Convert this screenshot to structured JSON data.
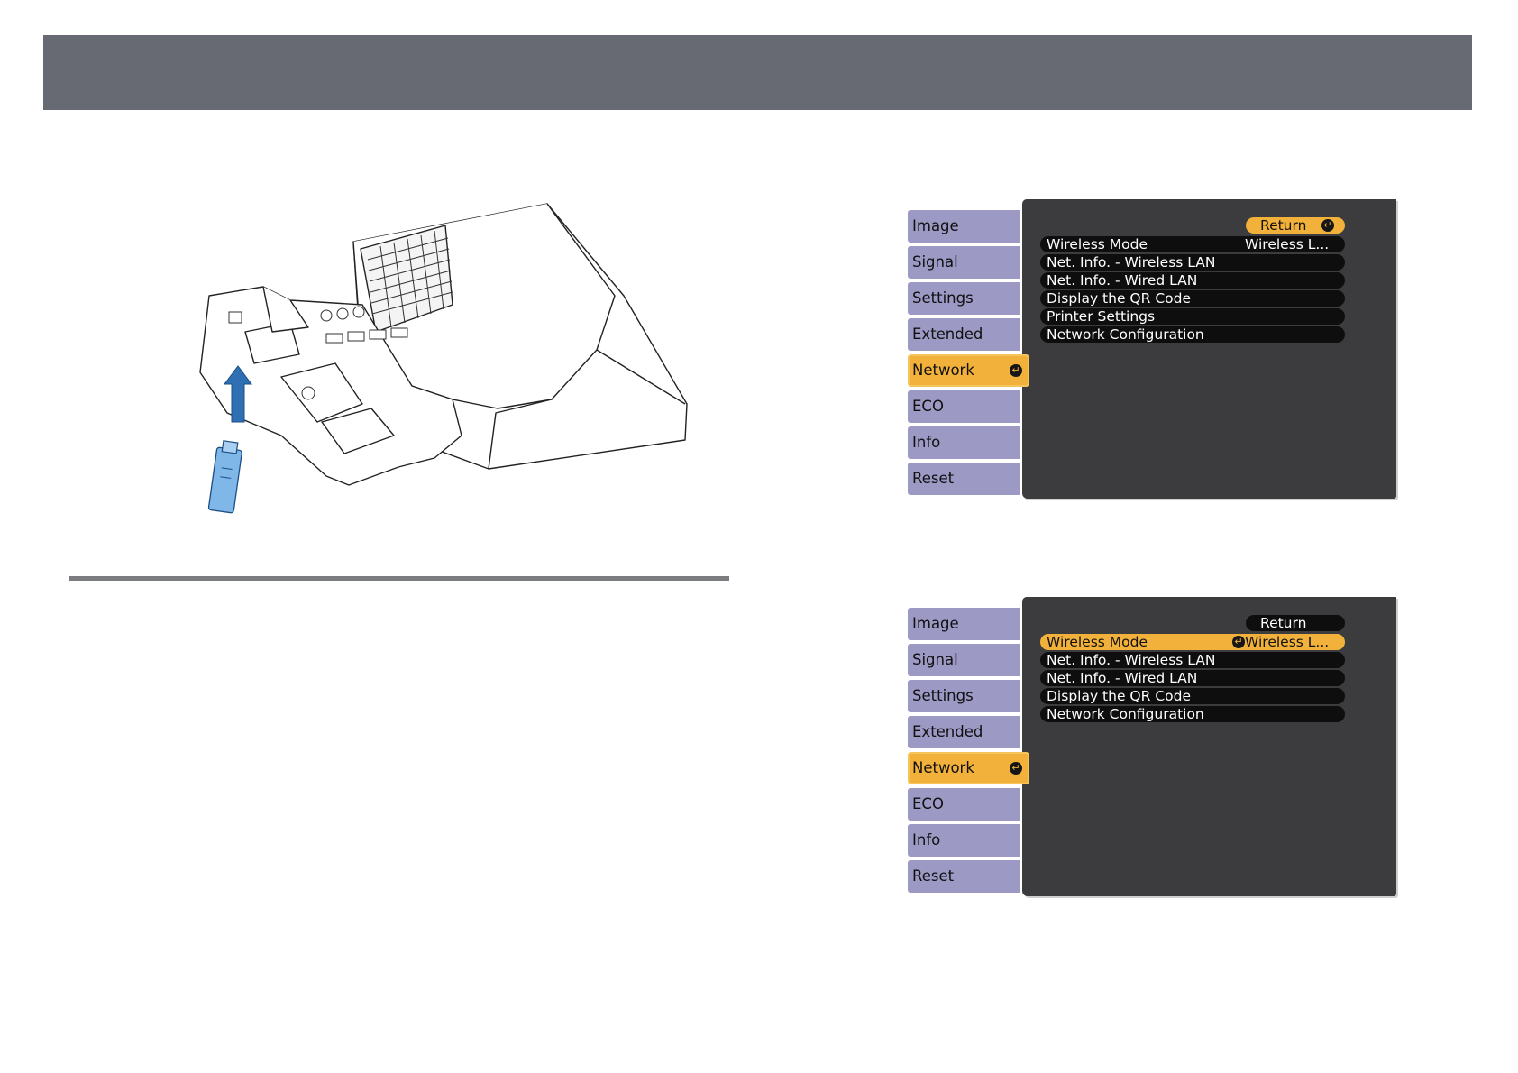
{
  "colors": {
    "header_bar": "#676a73",
    "tab_inactive": "#9c99c5",
    "tab_active": "#f2b13a",
    "menu_panel": "#3c3c3e",
    "menu_row": "#0e0e0e",
    "device_accent": "#3a86d1"
  },
  "illustration": {
    "icon": "projector-wireless-lan-module-install-illustration"
  },
  "menu_top": {
    "tabs": [
      "Image",
      "Signal",
      "Settings",
      "Extended",
      "Network",
      "ECO",
      "Info",
      "Reset"
    ],
    "active_tab": "Network",
    "return_label": "Return",
    "return_selected": true,
    "rows": [
      {
        "label": "Wireless Mode",
        "value": "Wireless L..."
      },
      {
        "label": "Net. Info. - Wireless LAN",
        "value": ""
      },
      {
        "label": "Net. Info. - Wired LAN",
        "value": ""
      },
      {
        "label": "Display the QR Code",
        "value": ""
      },
      {
        "label": "Printer Settings",
        "value": ""
      },
      {
        "label": "Network Configuration",
        "value": ""
      }
    ]
  },
  "menu_bottom": {
    "tabs": [
      "Image",
      "Signal",
      "Settings",
      "Extended",
      "Network",
      "ECO",
      "Info",
      "Reset"
    ],
    "active_tab": "Network",
    "return_label": "Return",
    "return_selected": false,
    "rows": [
      {
        "label": "Wireless Mode",
        "value": "Wireless L...",
        "selected": true
      },
      {
        "label": "Net. Info. - Wireless LAN",
        "value": ""
      },
      {
        "label": "Net. Info. - Wired LAN",
        "value": ""
      },
      {
        "label": "Display the QR Code",
        "value": ""
      },
      {
        "label": "Network Configuration",
        "value": ""
      }
    ]
  }
}
